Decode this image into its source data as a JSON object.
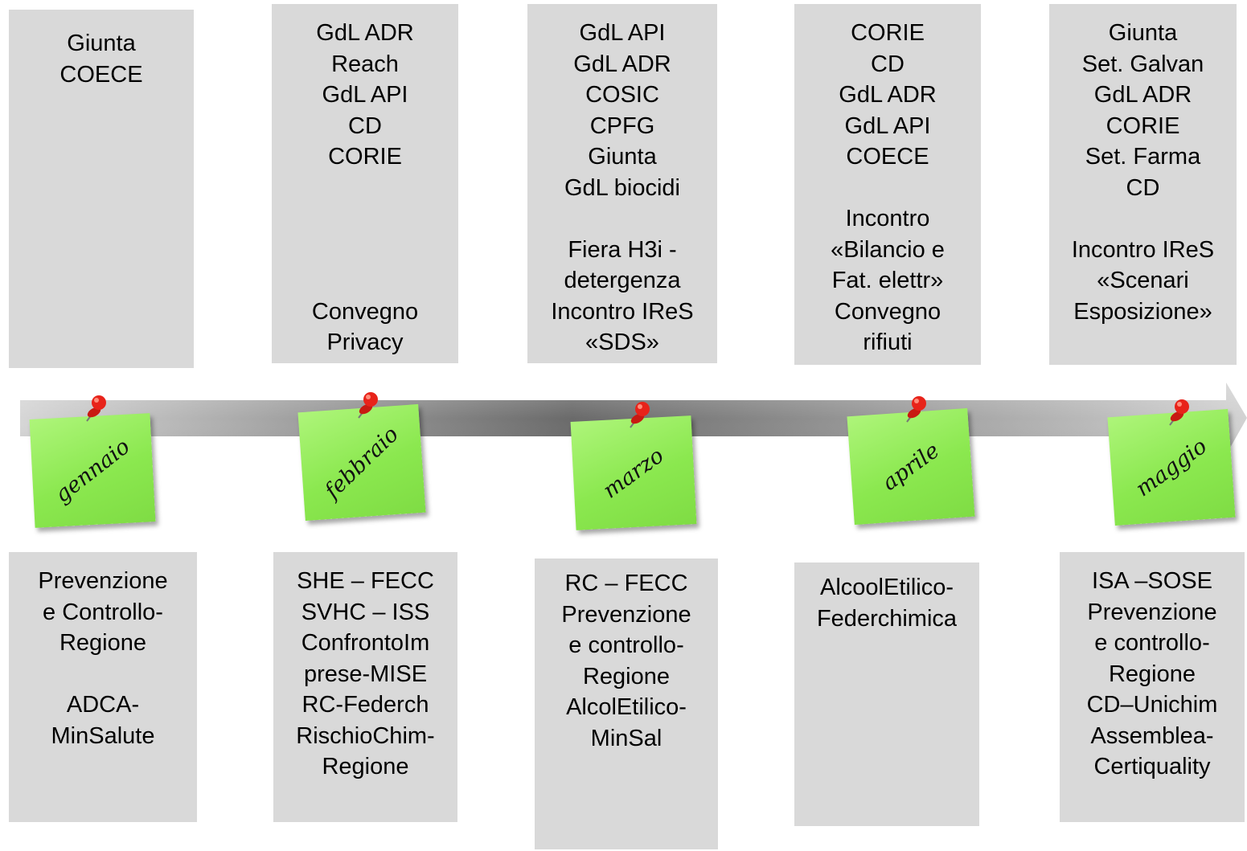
{
  "months": [
    {
      "label": "gennaio"
    },
    {
      "label": "febbraio"
    },
    {
      "label": "marzo"
    },
    {
      "label": "aprile"
    },
    {
      "label": "maggio"
    }
  ],
  "top_boxes": [
    {
      "lines": [
        "Giunta",
        "COECE"
      ]
    },
    {
      "lines": [
        "GdL ADR",
        "Reach",
        "GdL API",
        "CD",
        "CORIE",
        "",
        "",
        "",
        "",
        "Convegno",
        "Privacy"
      ]
    },
    {
      "lines": [
        "GdL API",
        "GdL ADR",
        "COSIC",
        "CPFG",
        "Giunta",
        "GdL biocidi",
        "",
        "Fiera H3i -",
        "detergenza",
        "Incontro IReS",
        "«SDS»"
      ]
    },
    {
      "lines": [
        "CORIE",
        "CD",
        "GdL ADR",
        "GdL API",
        "COECE",
        "",
        "Incontro",
        "«Bilancio e",
        "Fat. elettr»",
        "Convegno",
        "rifiuti"
      ]
    },
    {
      "lines": [
        "Giunta",
        "Set. Galvan",
        "GdL ADR",
        "CORIE",
        "Set. Farma",
        "CD",
        "",
        "Incontro IReS",
        "«Scenari",
        "Esposizione»"
      ]
    }
  ],
  "bottom_boxes": [
    {
      "lines": [
        "Prevenzione",
        "e Controllo-",
        "Regione",
        "",
        "ADCA-",
        "MinSalute"
      ]
    },
    {
      "lines": [
        "SHE – FECC",
        "SVHC – ISS",
        "ConfrontoIm",
        "prese-MISE",
        "RC-Federch",
        "RischioChim-",
        "Regione"
      ]
    },
    {
      "lines": [
        "RC – FECC",
        "Prevenzione",
        "e controllo-",
        "Regione",
        "AlcolEtilico-",
        "MinSal"
      ]
    },
    {
      "lines": [
        "AlcoolEtilico-",
        "Federchimica"
      ]
    },
    {
      "lines": [
        "ISA –SOSE",
        "Prevenzione",
        "e controllo-",
        "Regione",
        "CD–Unichim",
        "Assemblea-",
        "Certiquality"
      ]
    }
  ],
  "colors": {
    "box": "#d9d9d9",
    "note": "#8be84f",
    "pin": "#e8231a",
    "arrow_dark": "#6e6e6e",
    "arrow_light": "#d4d4d4"
  }
}
